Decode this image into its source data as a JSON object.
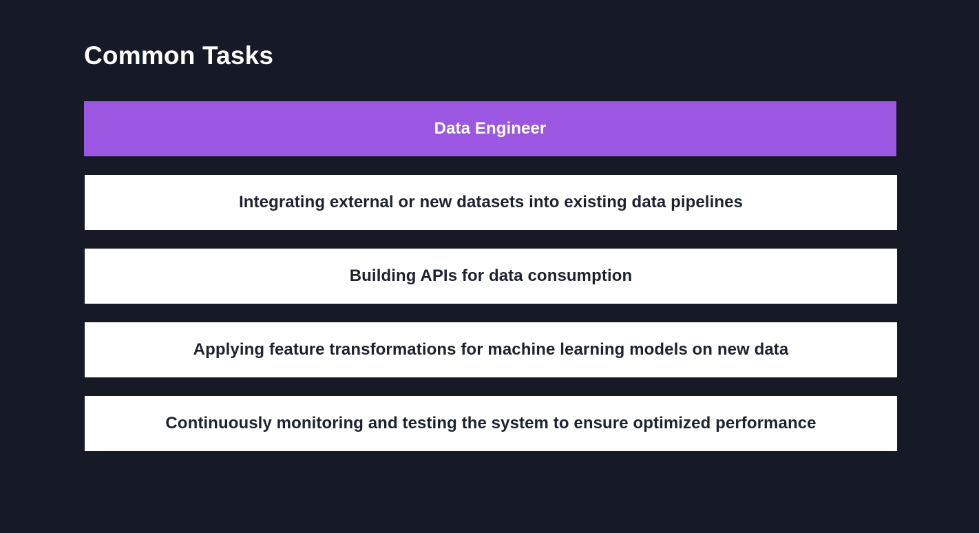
{
  "slide": {
    "title": "Common Tasks",
    "header": {
      "label": "Data Engineer"
    },
    "tasks": [
      {
        "label": "Integrating external or new datasets into existing data pipelines"
      },
      {
        "label": "Building APIs for data consumption"
      },
      {
        "label": "Applying feature transformations for machine learning models on new data"
      },
      {
        "label": "Continuously monitoring and testing the system to ensure optimized performance"
      }
    ],
    "colors": {
      "background": "#151a26",
      "accent_purple": "#9b57e1",
      "bar_background": "#ffffff",
      "bar_text": "#1c222e",
      "title_text": "#ffffff"
    }
  }
}
